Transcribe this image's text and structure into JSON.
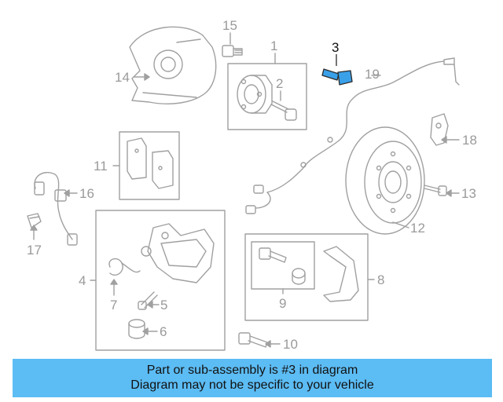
{
  "diagram": {
    "callouts": [
      {
        "id": "1",
        "label": "1"
      },
      {
        "id": "2",
        "label": "2"
      },
      {
        "id": "3",
        "label": "3"
      },
      {
        "id": "4",
        "label": "4"
      },
      {
        "id": "5",
        "label": "5"
      },
      {
        "id": "6",
        "label": "6"
      },
      {
        "id": "7",
        "label": "7"
      },
      {
        "id": "8",
        "label": "8"
      },
      {
        "id": "9",
        "label": "9"
      },
      {
        "id": "10",
        "label": "10"
      },
      {
        "id": "11",
        "label": "11"
      },
      {
        "id": "12",
        "label": "12"
      },
      {
        "id": "13",
        "label": "13"
      },
      {
        "id": "14",
        "label": "14"
      },
      {
        "id": "15",
        "label": "15"
      },
      {
        "id": "16",
        "label": "16"
      },
      {
        "id": "17",
        "label": "17"
      },
      {
        "id": "18",
        "label": "18"
      },
      {
        "id": "19",
        "label": "19"
      }
    ],
    "highlighted_part": "3",
    "line_color": "#a0a0a0",
    "highlight_color": "#3aa0e8"
  },
  "footer": {
    "line1": "Part or sub-assembly is #3 in diagram",
    "line2": "Diagram may not be specific to your vehicle",
    "background": "#5cbcf4"
  }
}
